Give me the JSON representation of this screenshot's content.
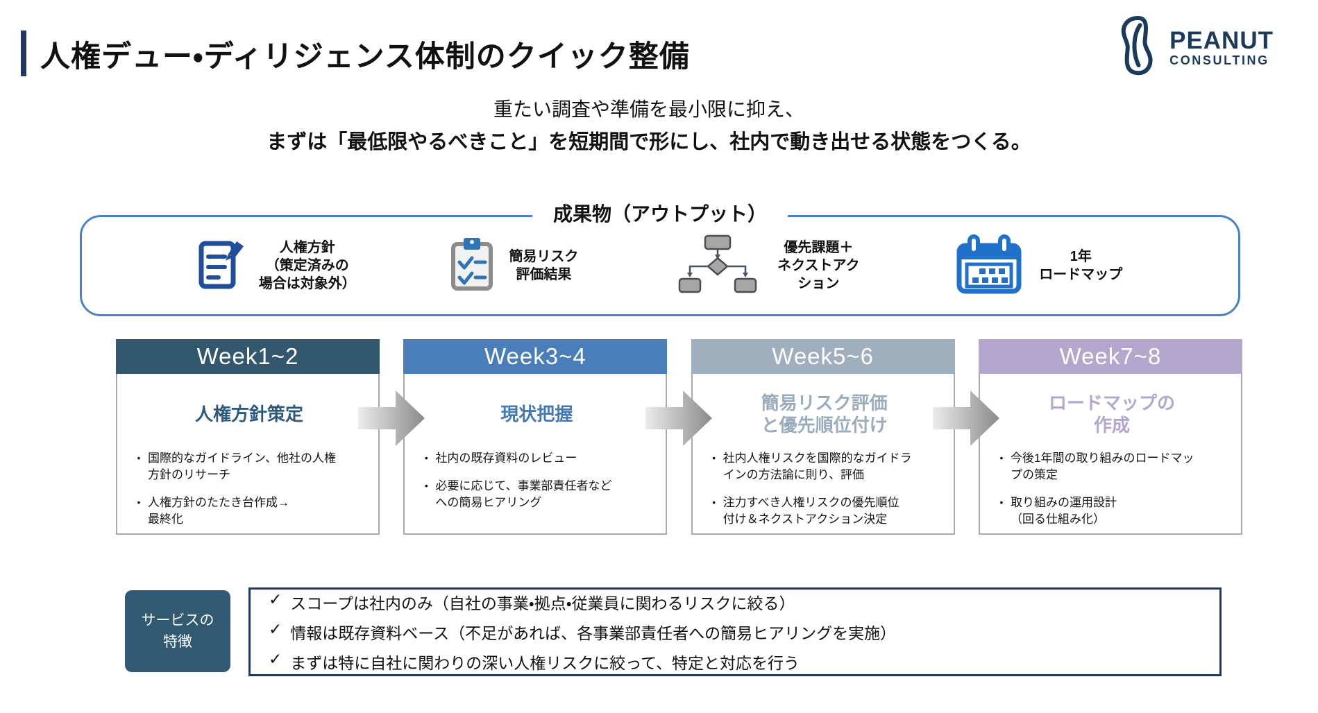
{
  "page": {
    "title": "人権デュー・ディリジェンス体制のクイック整備",
    "accent_color": "#1f3864",
    "subtitle_line1": "重たい調査や準備を最小限に抑え、",
    "subtitle_line2": "まずは「最低限やるべきこと」を短期間で形にし、社内で動き出せる状態をつくる。"
  },
  "logo": {
    "brand": "PEANUT",
    "brand_sub": "CONSULTING",
    "color": "#1b3a5c"
  },
  "outputs": {
    "label": "成果物（アウトプット）",
    "border_color": "#4a81c4",
    "items": [
      {
        "icon": "document-pen-icon",
        "label": "人権方針\n（策定済みの\n場合は対象外）"
      },
      {
        "icon": "clipboard-check-icon",
        "label": "簡易リスク\n評価結果"
      },
      {
        "icon": "flowchart-icon",
        "label": "優先課題＋\nネクストアク\nション"
      },
      {
        "icon": "calendar-icon",
        "label": "1年\nロードマップ"
      }
    ]
  },
  "bullet_glyph": "•",
  "weeks": [
    {
      "header": "Week1~2",
      "header_color": "#33586e",
      "subtitle": "人権方針策定",
      "subtitle_color": "#2e5b7d",
      "bullets": [
        "国際的なガイドライン、他社の人権\n方針のリサーチ",
        "人権方針のたたき台作成→\n最終化"
      ]
    },
    {
      "header": "Week3~4",
      "header_color": "#4a7eba",
      "subtitle": "現状把握",
      "subtitle_color": "#3f79b8",
      "bullets": [
        "社内の既存資料のレビュー",
        "必要に応じて、事業部責任者など\nへの簡易ヒアリング"
      ]
    },
    {
      "header": "Week5~6",
      "header_color": "#a0afbe",
      "subtitle": "簡易リスク評価\nと優先順位付け",
      "subtitle_color": "#9bacbc",
      "bullets": [
        "社内人権リスクを国際的なガイドラ\nインの方法論に則り、評価",
        "注力すべき人権リスクの優先順位\n付け＆ネクストアクション決定"
      ]
    },
    {
      "header": "Week7~8",
      "header_color": "#b4a7ce",
      "subtitle": "ロードマップの\n作成",
      "subtitle_color": "#b3a6cf",
      "bullets": [
        "今後1年間の取り組みのロードマッ\nプの策定",
        "取り組みの運用設計\n（回る仕組み化）"
      ]
    }
  ],
  "features": {
    "tab_label": "サービスの\n特徴",
    "tab_color": "#315a72",
    "check_glyph": "✓",
    "lines": [
      "スコープは社内のみ（自社の事業・拠点・従業員に関わるリスクに絞る）",
      "情報は既存資料ベース（不足があれば、各事業部責任者への簡易ヒアリングを実施）",
      "まずは特に自社に関わりの深い人権リスクに絞って、特定と対応を行う"
    ]
  }
}
